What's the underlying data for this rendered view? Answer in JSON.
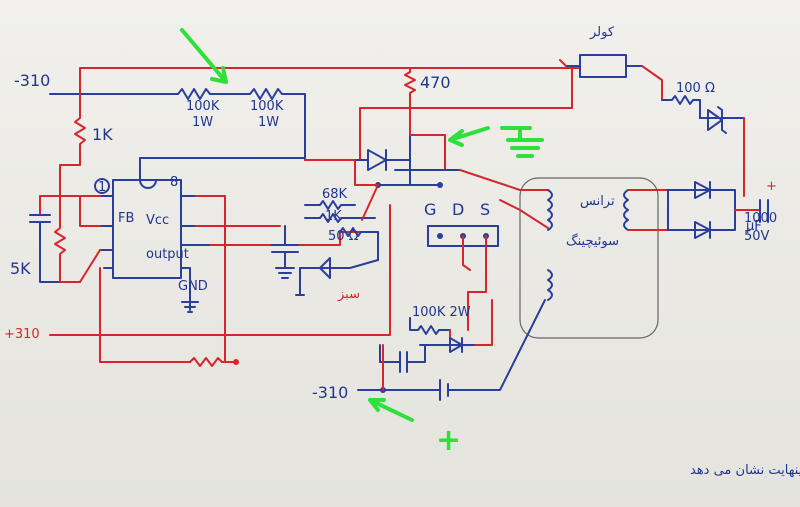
{
  "labels": {
    "neg310_top": "-310",
    "pos310": "+310",
    "neg310_bottom": "-310",
    "r_1k": "1K",
    "r_100k_a": "100K",
    "r_100k_a_w": "1W",
    "r_100k_b": "100K",
    "r_100k_b_w": "1W",
    "r_470": "470",
    "r_68k": "68K",
    "r_1k_mid": "1K",
    "r_50": "50 Ω",
    "r_5k": "5K",
    "r_100_ohm": "100 Ω",
    "r_100k_2w": "100K 2W",
    "cap_1000": "1000",
    "cap_1000_unit": "µF",
    "cap_voltage": "50V",
    "plus_sign": "+",
    "ic_pin1": "1",
    "ic_pin8": "8",
    "ic_fb": "FB",
    "ic_vcc": "Vcc",
    "ic_output": "output",
    "ic_gnd": "GND",
    "gate": "G",
    "drain": "D",
    "source": "S",
    "led_label": "سبز",
    "relay_label": "کولر",
    "transformer_label": "ترانس",
    "transformer_sub": "سوئیچینگ",
    "green_plus": "+",
    "footer_note": "مقاومت X : قرمز - قرمز - سیاه - طلایی - قهوه‌ای -> مقاومت بینهایت نشان می دهد"
  },
  "colors": {
    "wire_blue": "#2a3f9c",
    "wire_red": "#d7262b",
    "arrow_green": "#2ee03a",
    "paper": "#ecebe6"
  }
}
